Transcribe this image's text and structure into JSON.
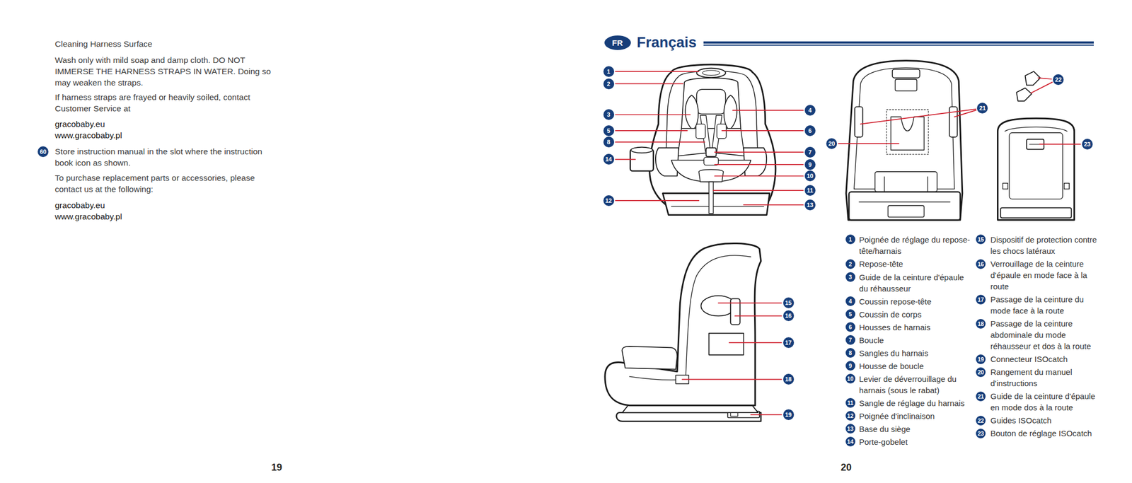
{
  "diagram": {
    "title": "Français",
    "labels": [
      "Cleaning Harness Surface",
      "Wash only with mild soap and damp cloth. DO NOT IMMERSE THE HARNESS STRAPS IN WATER. Doing so may weaken the straps.",
      "If harness straps are frayed or heavily soiled, contact Customer Service at",
      "gracobaby.eu",
      "www.gracobaby.pl",
      "60",
      "Store instruction manual in the slot where the instruction book icon as shown.",
      "To purchase replacement parts or accessories, please contact us at the following:",
      "gracobaby.eu",
      "www.gracobaby.pl",
      "19",
      "FR",
      "1",
      "2",
      "3",
      "4",
      "5",
      "6",
      "7",
      "8",
      "9",
      "10",
      "11",
      "12",
      "13",
      "14",
      "15",
      "16",
      "17",
      "18",
      "19",
      "20",
      "21",
      "22",
      "23",
      "1",
      "Poignée de réglage du repose-tête/harnais",
      "2",
      "Repose-tête",
      "3",
      "Guide de la ceinture d'épaule du réhausseur",
      "4",
      "Coussin repose-tête",
      "5",
      "Coussin de corps",
      "6",
      "Housses de harnais",
      "7",
      "Boucle",
      "8",
      "Sangles du harnais",
      "9",
      "Housse de boucle",
      "10",
      "Levier de déverrouillage du harnais (sous le rabat)",
      "11",
      "Sangle de réglage du harnais",
      "12",
      "Poignée d'inclinaison",
      "13",
      "Base du siège",
      "14",
      "Porte-gobelet",
      "15",
      "Dispositif de protection contre les chocs latéraux",
      "16",
      "Verrouillage de la ceinture d'épaule en mode face à la route",
      "17",
      "Passage de la ceinture du mode face à la route",
      "18",
      "Passage de la ceinture abdominale du mode réhausseur et dos à la route",
      "19",
      "Connecteur ISOcatch",
      "20",
      "Rangement du manuel d'instructions",
      "21",
      "Guide de la ceinture d'épaule en mode dos à la route",
      "22",
      "Guides ISOcatch",
      "23",
      "Bouton de réglage ISOcatch",
      "20"
    ]
  }
}
